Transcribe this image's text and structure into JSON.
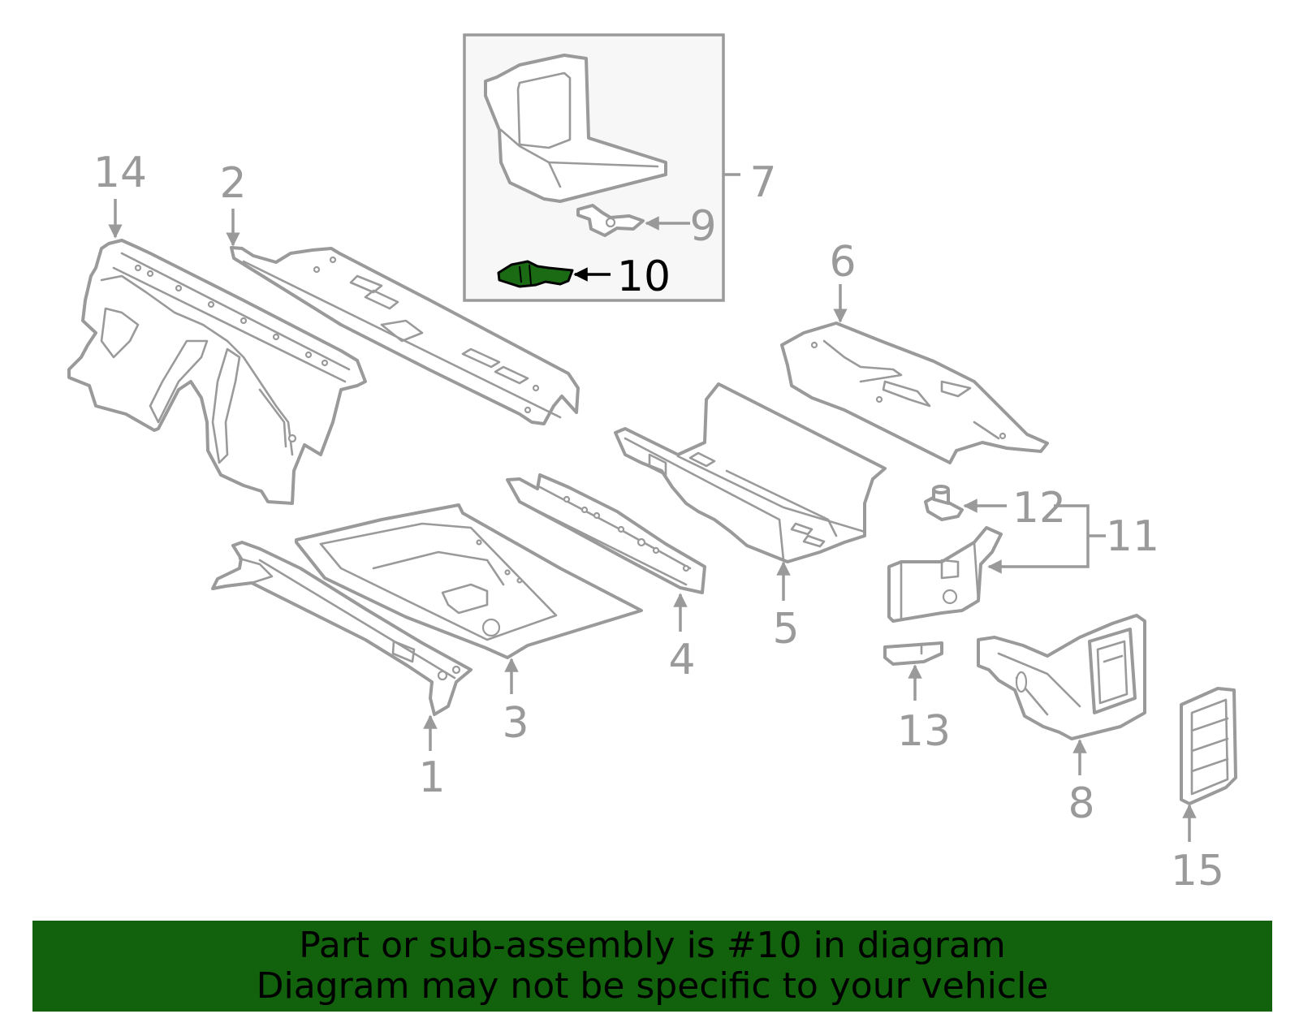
{
  "callouts": [
    "1",
    "2",
    "3",
    "4",
    "5",
    "6",
    "7",
    "8",
    "9",
    "10",
    "11",
    "12",
    "13",
    "14",
    "15"
  ],
  "highlighted_part": "10",
  "colors": {
    "banner_background": "#11610d",
    "highlight_fill": "#1a6b14",
    "line_gray": "#9a9a9a",
    "inset_background": "#f7f7f7"
  },
  "banner": {
    "line1": "Part or sub-assembly is #10 in diagram",
    "line2": "Diagram may not be specific to your vehicle"
  }
}
